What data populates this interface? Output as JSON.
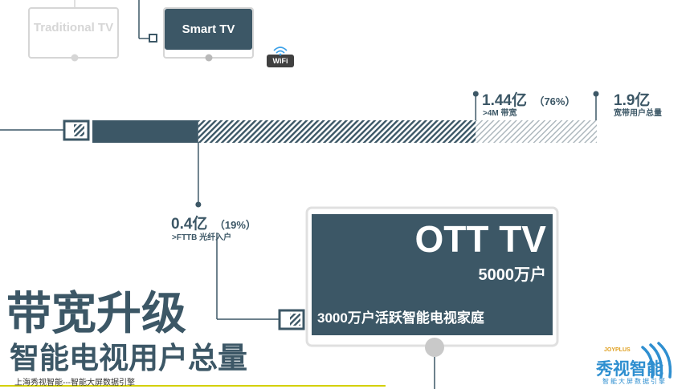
{
  "tv": {
    "traditional_label": "Traditional TV",
    "smart_label": "Smart TV",
    "wifi_label": "WiFi"
  },
  "bar": {
    "fttb_segment_share": 0.21,
    "mid_segment_share": 0.76
  },
  "total": {
    "value": "1.9亿",
    "label": "宽带用户总量"
  },
  "high_speed": {
    "value": "1.44亿",
    "pct": "（76%）",
    "label": ">4M 带宽"
  },
  "fttb": {
    "value": "0.4亿",
    "pct": "（19%）",
    "label": ">FTTB 光纤入户"
  },
  "ott": {
    "title": "OTT TV",
    "users": "5000万户",
    "active": "3000万户活跃智能电视家庭"
  },
  "headline": {
    "line1": "带宽升级",
    "line2": "智能电视用户总量"
  },
  "footer": {
    "source": "上海秀视智能---智能大屏数据引擎"
  },
  "logo": {
    "brand_small": "JOYPLUS",
    "brand": "秀视智能",
    "tagline": "智能大屏数据引擎"
  },
  "colors": {
    "primary": "#3c5766",
    "hatch": "#4a6270",
    "muted": "#d6d6d6",
    "logo_blue": "#2f8fd0"
  }
}
